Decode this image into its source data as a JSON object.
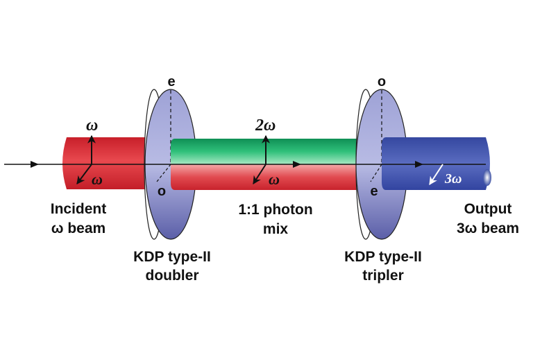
{
  "labels": {
    "omega_top": "ω",
    "omega_bottom": "ω",
    "incident_line1": "Incident",
    "incident_line2": "ω beam",
    "doubler_e": "e",
    "doubler_o": "o",
    "doubler_line1": "KDP type-II",
    "doubler_line2": "doubler",
    "two_omega": "2ω",
    "omega_mid": "ω",
    "mix_line1": "1:1 photon",
    "mix_line2": "mix",
    "tripler_o": "o",
    "tripler_e": "e",
    "tripler_line1": "KDP type-II",
    "tripler_line2": "tripler",
    "three_omega": "3ω",
    "output_line1": "Output",
    "output_line2": "3ω beam"
  },
  "colors": {
    "red_beam": "#d92b33",
    "green_beam": "#1aa463",
    "blue_beam": "#3d51a4",
    "crystal": "#8b8fca",
    "axis": "#111111"
  }
}
